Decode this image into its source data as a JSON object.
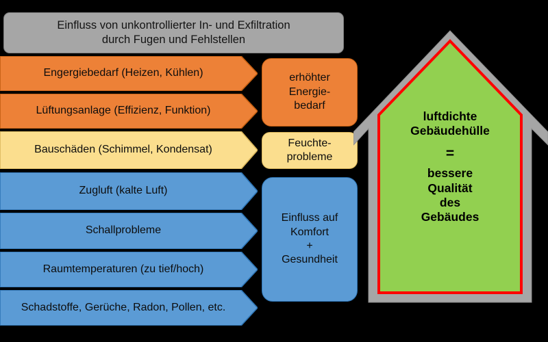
{
  "header": {
    "line1": "Einfluss von unkontrollierter In- und Exfiltration",
    "line2": "durch Fugen und Fehlstellen",
    "fill": "#A6A6A6"
  },
  "colors": {
    "orange": "#ED8137",
    "orange_stroke": "#C25E11",
    "yellow": "#FBDE8E",
    "yellow_stroke": "#D9B55A",
    "blue": "#5B9BD5",
    "blue_stroke": "#2E75B6",
    "gray": "#A6A6A6",
    "green": "#92D050",
    "red": "#FF0000",
    "text": "#111111"
  },
  "arrows": [
    {
      "label": "Engergiebedarf (Heizen, Kühlen)",
      "group": "energy",
      "fill": "#ED8137"
    },
    {
      "label": "Lüftungsanlage (Effizienz, Funktion)",
      "group": "energy",
      "fill": "#ED8137"
    },
    {
      "label": "Bauschäden (Schimmel, Kondensat)",
      "group": "moisture",
      "fill": "#FBDE8E"
    },
    {
      "label": "Zugluft (kalte Luft)",
      "group": "comfort",
      "fill": "#5B9BD5"
    },
    {
      "label": "Schallprobleme",
      "group": "comfort",
      "fill": "#5B9BD5"
    },
    {
      "label": "Raumtemperaturen (zu tief/hoch)",
      "group": "comfort",
      "fill": "#5B9BD5"
    },
    {
      "label": "Schadstoffe, Gerüche, Radon, Pollen, etc.",
      "group": "comfort",
      "fill": "#5B9BD5"
    }
  ],
  "result_boxes": [
    {
      "id": "energy",
      "lines": [
        "erhöhter",
        "Energie-",
        "bedarf"
      ],
      "fill": "#ED8137"
    },
    {
      "id": "moisture",
      "lines": [
        "Feuchte-",
        "probleme"
      ],
      "fill": "#FBDE8E"
    },
    {
      "id": "comfort",
      "lines": [
        "Einfluss auf",
        "Komfort",
        "+",
        "Gesundheit"
      ],
      "fill": "#5B9BD5"
    }
  ],
  "house": {
    "lines": [
      "luftdichte",
      "Gebäudehülle"
    ],
    "equals": "=",
    "lines2": [
      "bessere",
      "Qualität",
      "des",
      "Gebäudes"
    ],
    "wall_fill": "#92D050",
    "outline": "#FF0000",
    "frame": "#A6A6A6"
  }
}
